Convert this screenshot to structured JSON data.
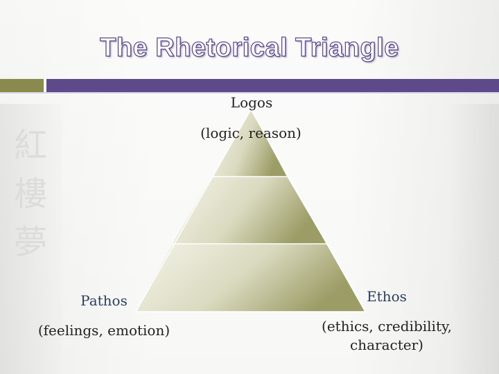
{
  "title": "The Rhetorical Triangle",
  "labels": {
    "logos": "Logos",
    "logos_desc": "(logic, reason)",
    "pathos": "Pathos",
    "pathos_desc": "(feelings, emotion)",
    "ethos": "Ethos",
    "ethos_desc": "(ethics, credibility, character)"
  },
  "colors": {
    "title_outline": "#5e4b8b",
    "bar_green": "#8a8a4e",
    "bar_purple": "#5e4a8a",
    "triangle_dark": "#9c9c66",
    "triangle_light": "#f4f4ea"
  }
}
